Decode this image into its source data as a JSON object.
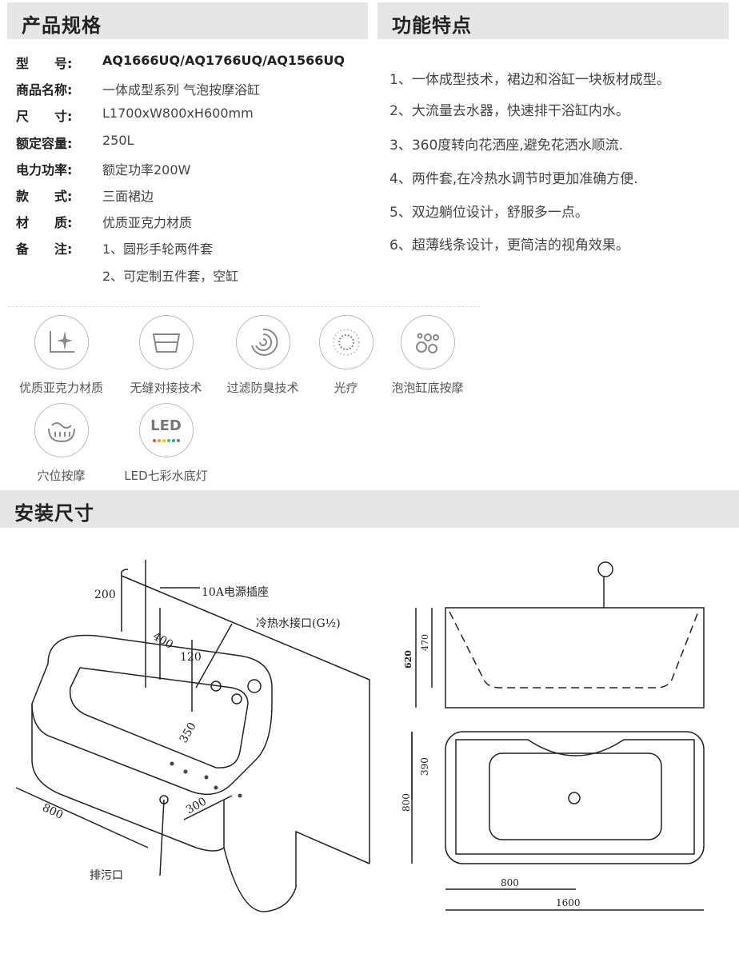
{
  "headers": {
    "spec": "产品规格",
    "features": "功能特点",
    "install": "安装尺寸"
  },
  "spec": [
    {
      "label": "型　　号:",
      "value": "AQ1666UQ/AQ1766UQ/AQ1566UQ"
    },
    {
      "label": "商品名称:",
      "value": "一体成型系列  气泡按摩浴缸"
    },
    {
      "label": "尺　　寸:",
      "value": "L1700xW800xH600mm"
    },
    {
      "label": "额定容量:",
      "value": "250L"
    },
    {
      "label": "电力功率:",
      "value": "额定功率200W"
    },
    {
      "label": "款　　式:",
      "value": "三面裙边"
    },
    {
      "label": "材　　质:",
      "value": "优质亚克力材质"
    },
    {
      "label": "备　　注:",
      "value": "1、圆形手轮两件套"
    },
    {
      "label": "",
      "value": "2、可定制五件套，空缸"
    }
  ],
  "features": [
    "1、一体成型技术，裙边和浴缸一块板材成型。",
    "2、大流量去水器，快速排干浴缸内水。",
    "3、360度转向花洒座,避免花洒水顺流.",
    "4、两件套,在冷热水调节时更加准确方便.",
    "5、双边躺位设计，舒服多一点。",
    "6、超薄线条设计，更简洁的视角效果。"
  ],
  "icons": [
    {
      "label": "优质亚克力材质",
      "icon": "acrylic-sparkle-icon"
    },
    {
      "label": "无缝对接技术",
      "icon": "seamless-tub-icon"
    },
    {
      "label": "过滤防臭技术",
      "icon": "filter-swirl-icon"
    },
    {
      "label": "光疗",
      "icon": "light-therapy-icon"
    },
    {
      "label": "泡泡缸底按摩",
      "icon": "bubbles-icon"
    },
    {
      "label": "穴位按摩",
      "icon": "acupoint-massage-icon"
    },
    {
      "label": "LED七彩水底灯",
      "icon": "led-light-icon"
    }
  ],
  "led_text": "LED",
  "drawing": {
    "label_power": "10A电源插座",
    "label_water": "冷热水接口(G½)",
    "label_drain": "排污口",
    "dims_iso": [
      "200",
      "400",
      "120",
      "350",
      "800",
      "300"
    ],
    "dims_side": [
      "470",
      "620"
    ],
    "dims_top": [
      "390",
      "800",
      "800",
      "1600"
    ]
  },
  "colors": {
    "header_bg": "#e6e6e6",
    "line": "#222"
  }
}
